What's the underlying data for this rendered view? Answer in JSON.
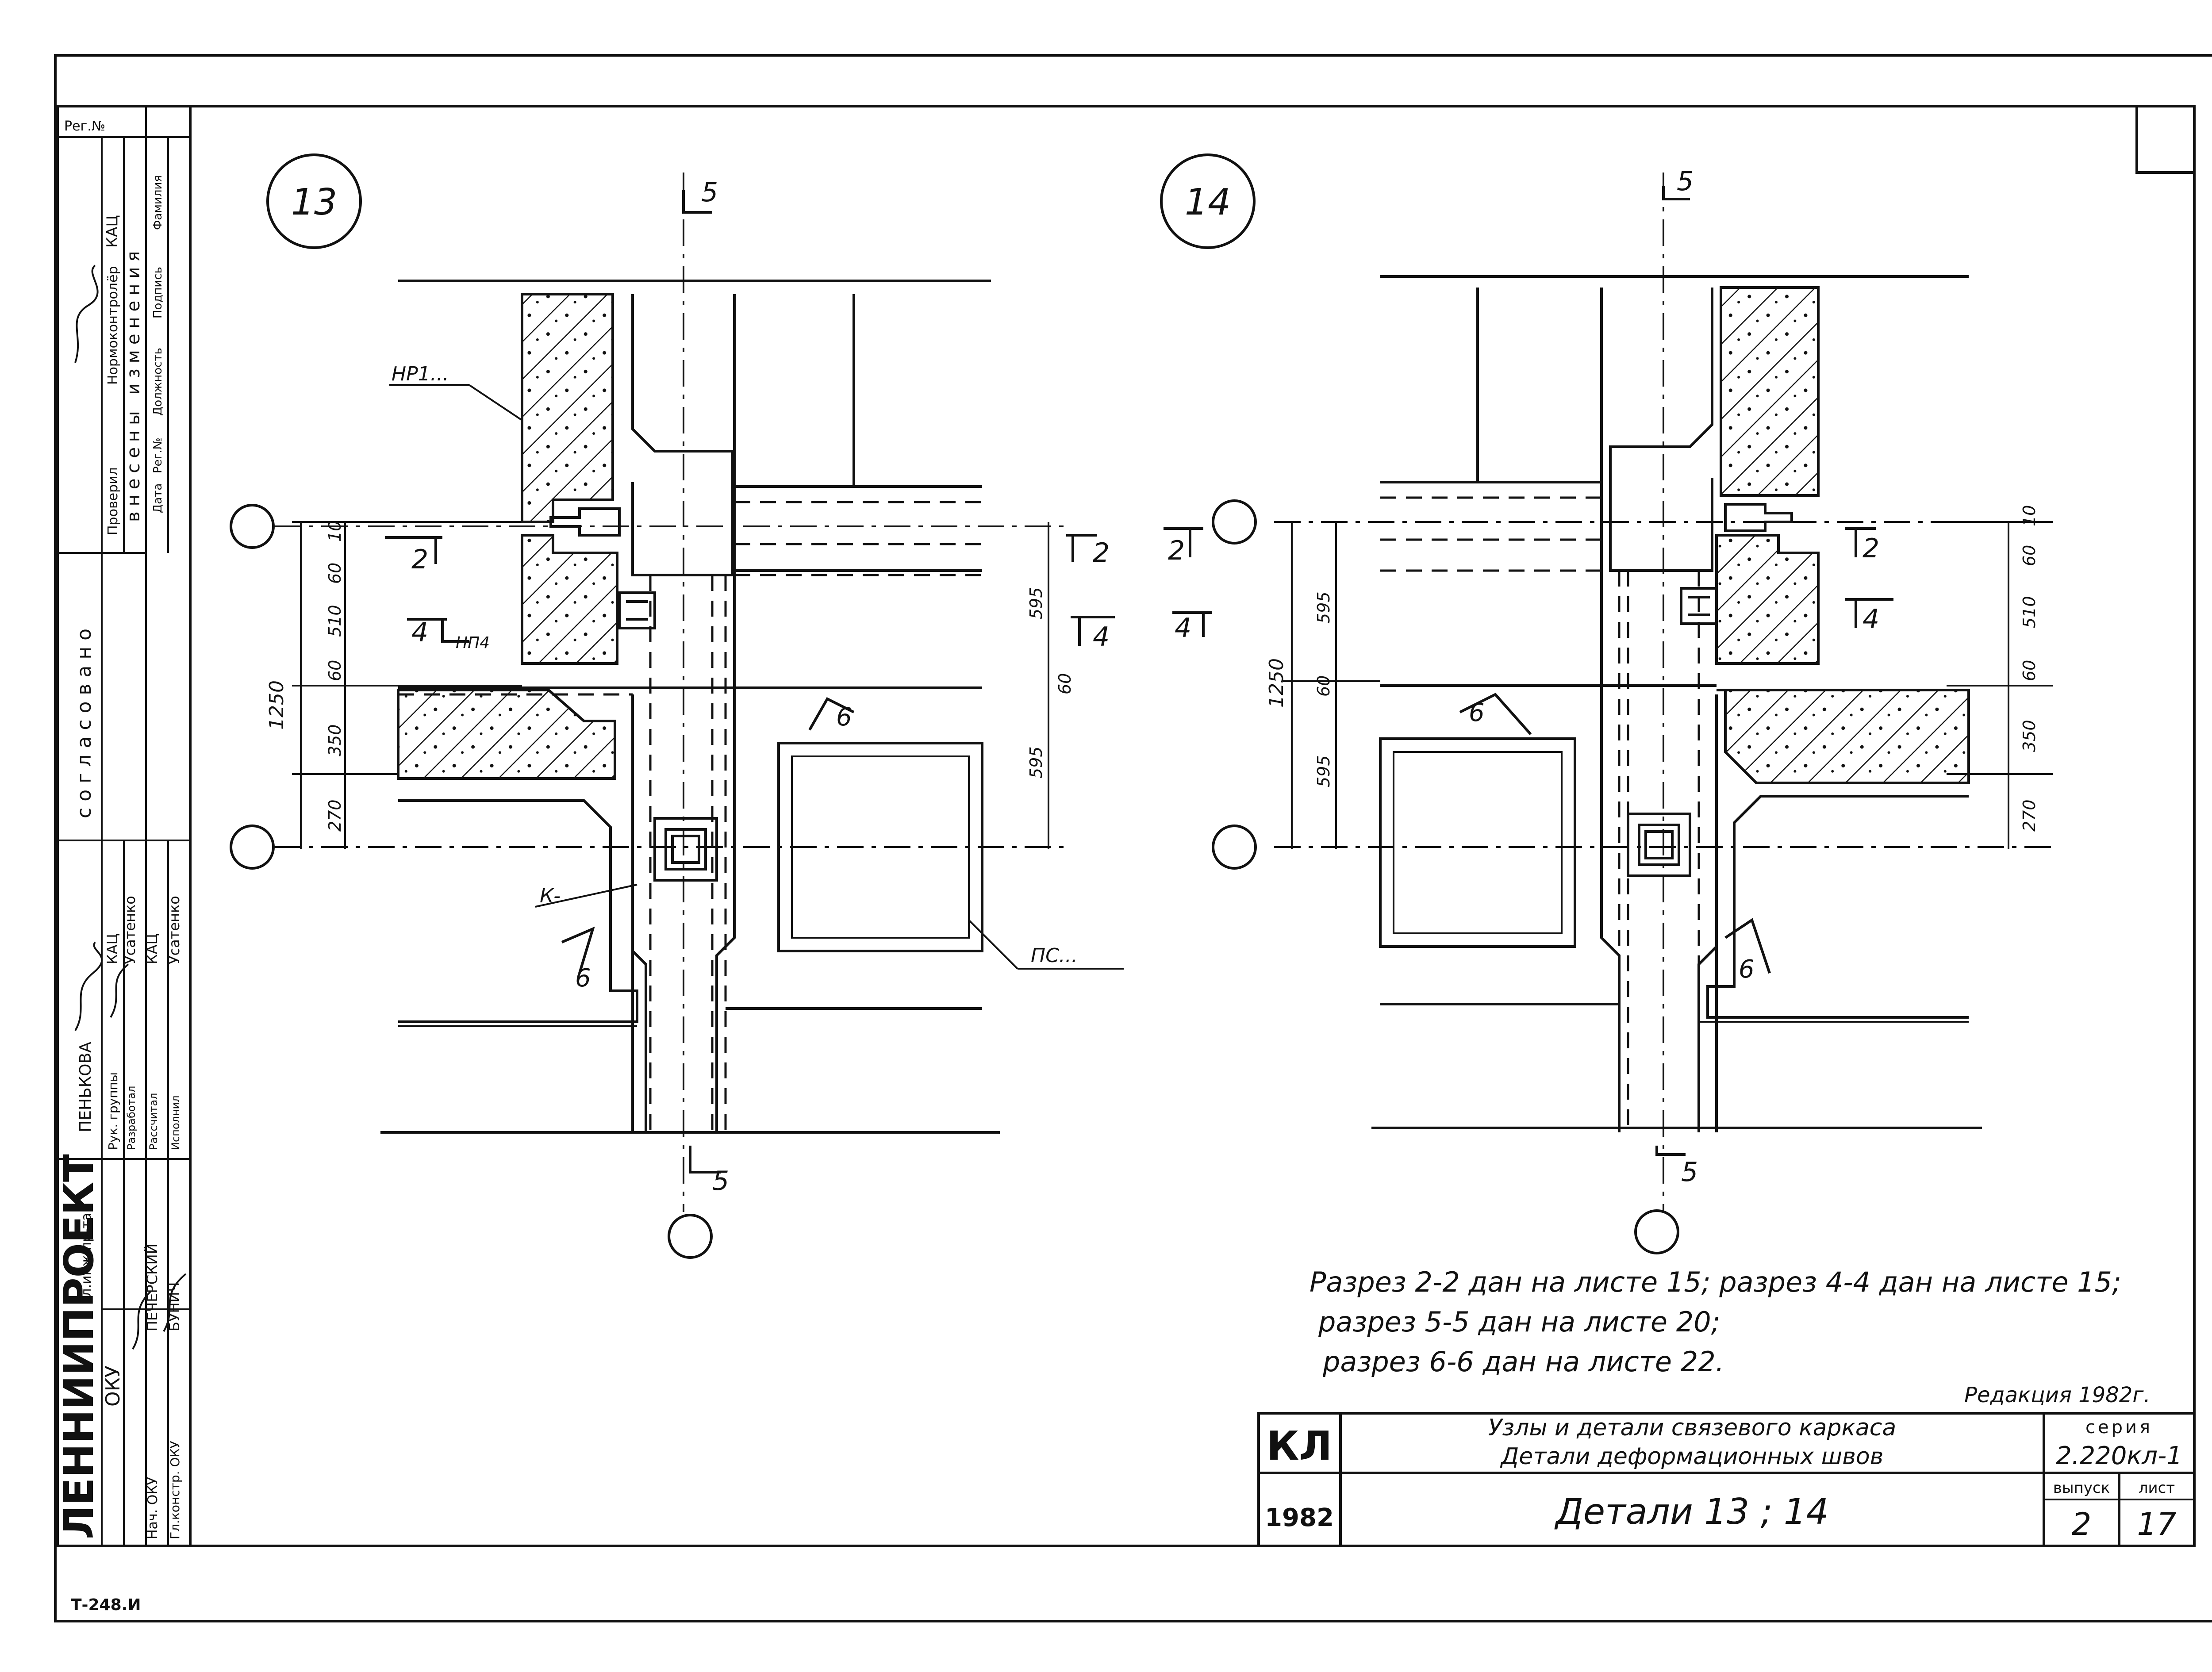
{
  "frame": {
    "stamp_corner_label": "Рег.№",
    "sheet_code": "Т-248.И"
  },
  "side_stamp": {
    "org_name": "ЛЕННИИПРОЕКТ",
    "dept": "ОКУ",
    "agreed_label": "согласовано",
    "changes_label": "внесены изменения",
    "checked_label": "Проверил",
    "norm_control_label": "Нормоконтролёр",
    "norm_control_name": "КАЦ",
    "change_cols": [
      "Дата",
      "Рег.№",
      "Должность",
      "Подпись",
      "Фамилия"
    ],
    "agreed_name": "ПЕНЬКОВА",
    "chief_eng_label": "Гл.инж.пр-та",
    "roles": [
      {
        "role": "Рук. группы",
        "name": "КАЦ"
      },
      {
        "role": "Разработал",
        "name": "Усатенко"
      },
      {
        "role": "Рассчитал",
        "name": "КАЦ"
      },
      {
        "role": "Исполнил",
        "name": "Усатенко"
      }
    ],
    "heads": [
      {
        "role": "Нач. ОКУ",
        "name": "ПЕЧЕРСКИЙ"
      },
      {
        "role": "Гл.констр. ОКУ",
        "name": "БУНИЧ"
      }
    ]
  },
  "detail13": {
    "number": "13",
    "labels": {
      "np1": "НР1...",
      "np4": "НП4",
      "k": "К-",
      "pc": "ПС..."
    },
    "section_marks": {
      "top": "5",
      "bottom": "5",
      "s2": "2",
      "s2r": "2",
      "s4": "4",
      "s4r": "4",
      "s6a": "6",
      "s6b": "6"
    },
    "dims_left": [
      "1250",
      "10",
      "60",
      "510",
      "60",
      "350",
      "270"
    ],
    "dims_right": [
      "595",
      "60",
      "595"
    ]
  },
  "detail14": {
    "number": "14",
    "section_marks": {
      "top": "5",
      "bottom": "5",
      "s2": "2",
      "s2r": "2",
      "s4": "4",
      "s4r": "4",
      "s6a": "6",
      "s6b": "6"
    },
    "dims_left": [
      "1250",
      "595",
      "60",
      "595"
    ],
    "dims_right": [
      "10",
      "60",
      "510",
      "60",
      "350",
      "270"
    ]
  },
  "notes": [
    "Разрез 2-2 дан на листе 15;  разрез 4-4 дан на листе 15;",
    "разрез 5-5 дан на листе 20;",
    "разрез 6-6 дан на листе 22."
  ],
  "edition": "Редакция 1982г.",
  "title_block": {
    "code": "КЛ",
    "year": "1982",
    "title_line1": "Узлы и детали связевого каркаса",
    "title_line2": "Детали деформационных швов",
    "sheet_title": "Детали  13 ; 14",
    "series_label": "серия",
    "series_value": "2.220кл-1",
    "issue_label": "выпуск",
    "issue_value": "2",
    "sheet_label": "лист",
    "sheet_value": "17"
  }
}
